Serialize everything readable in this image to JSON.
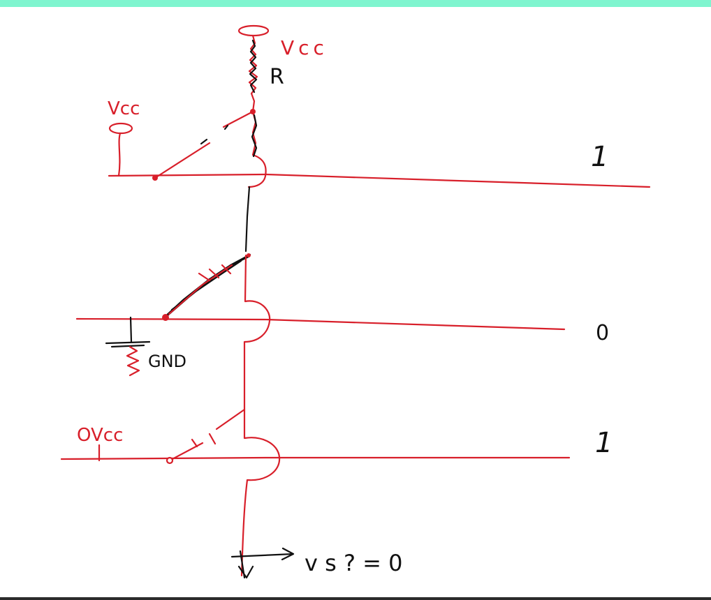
{
  "colors": {
    "ink_red": "#d81f2a",
    "ink_black": "#111111",
    "top_bar": "#7ff5cf",
    "bottom_bar": "#2b2b2b"
  },
  "labels": {
    "vcc_top": "Vcc",
    "resistor": "R",
    "vcc_left": "Vcc",
    "gnd": "GND",
    "ovcc": "OVcc",
    "level_1_top": "1",
    "level_0": "0",
    "level_1_bottom": "1",
    "result": "v s ? = 0"
  }
}
